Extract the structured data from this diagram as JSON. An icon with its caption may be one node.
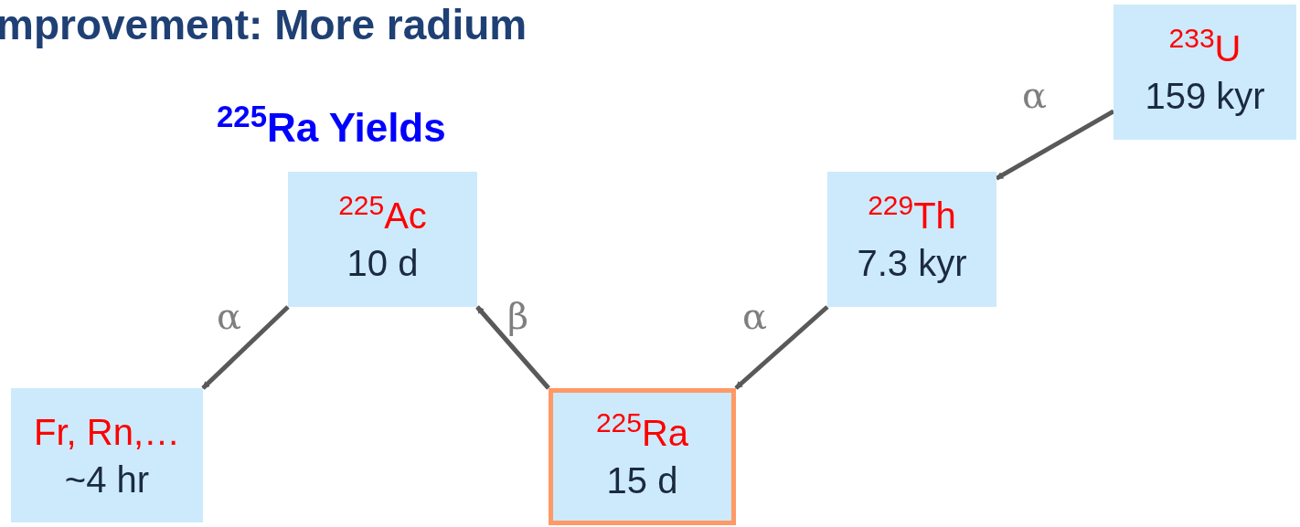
{
  "diagram": {
    "title": "mprovement: More radium",
    "nodes": [
      {
        "text": [
          "$^{233}$U",
          "159 kyr"
        ]
      },
      {
        "text": [
          "$^{229}$Th",
          "7.3 kyr"
        ]
      },
      {
        "text": [
          "$^{225}$Ac",
          "10 d"
        ]
      },
      {
        "text": [
          "Fr, Rn,…",
          "~4 hr"
        ]
      },
      {
        "text": [
          "$^{225}$Ra",
          "15 d"
        ]
      }
    ],
    "edges": [
      {
        "from": 0,
        "to": 1,
        "arrow": "to",
        "label": "α"
      },
      {
        "from": 1,
        "to": 4,
        "arrow": "to",
        "label": "α"
      },
      {
        "from": 4,
        "to": 2,
        "arrow": "to",
        "label": "β"
      },
      {
        "from": 2,
        "to": 3,
        "arrow": "to",
        "label": "α"
      }
    ],
    "labels": [
      "$^{225}$Ra Yields"
    ]
  }
}
